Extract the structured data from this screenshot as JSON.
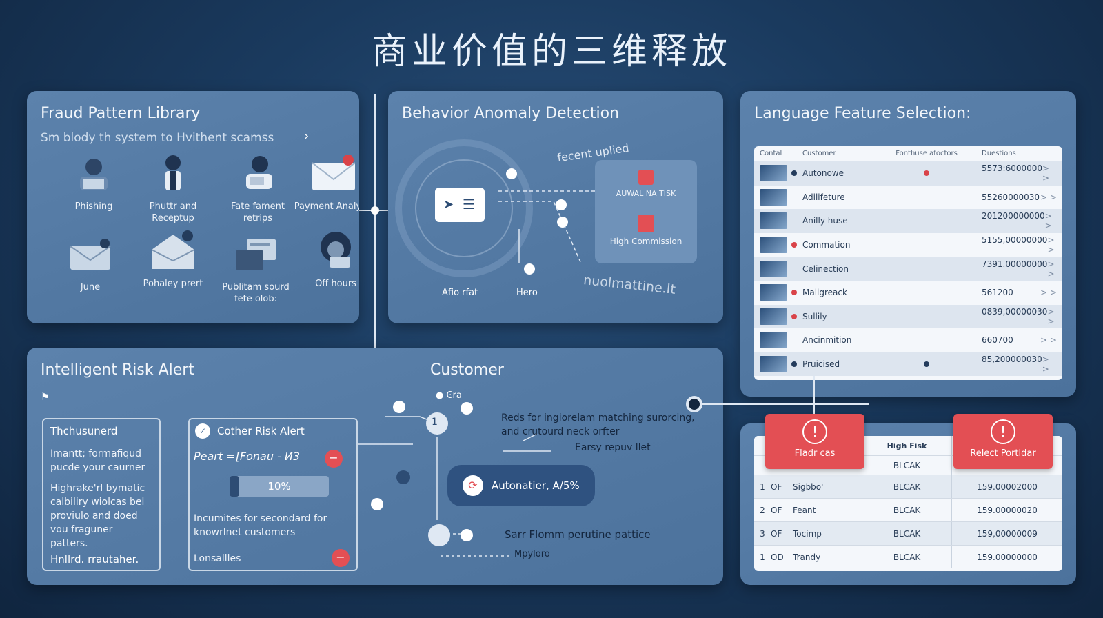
{
  "title": "商业价值的三维释放",
  "fraud": {
    "title": "Fraud Pattern Library",
    "subtitle": "Sm blody th system to Hvithent scamss",
    "items": [
      {
        "label": "Phishing",
        "icon": "hacker-icon"
      },
      {
        "label": "Phuttr and Receptup",
        "icon": "person-icon"
      },
      {
        "label": "Fate fament retrips",
        "icon": "scammer-icon"
      },
      {
        "label": "Payment Analysis",
        "icon": "envelope-alert-icon"
      },
      {
        "label": "June",
        "icon": "envelope-icon"
      },
      {
        "label": "Pohaley prert",
        "icon": "open-envelope-icon"
      },
      {
        "label": "Publitam sourd fete olob:",
        "icon": "document-stack-icon"
      },
      {
        "label": "Off hours",
        "icon": "hooded-figure-icon"
      }
    ]
  },
  "behavior": {
    "title": "Behavior Anomaly Detection",
    "labels": {
      "a": "Afio rfat",
      "b": "Hero",
      "c": "fecent uplied",
      "d": "AUWAL NA TISK",
      "e": "High Commission",
      "f": "nuolmattine.It"
    }
  },
  "language": {
    "title": "Language Feature Selection:",
    "headers": [
      "Contal",
      "Customer",
      "Fonthuse afoctors",
      "Duestions"
    ],
    "rows": [
      {
        "name": "Autonowe",
        "dot": "blue",
        "flag": "red",
        "value": "5573:6000000"
      },
      {
        "name": "Adilifeture",
        "dot": "",
        "flag": "",
        "value": "55260000030"
      },
      {
        "name": "Anilly huse",
        "dot": "",
        "flag": "",
        "value": "201200000000"
      },
      {
        "name": "Commation",
        "dot": "red",
        "flag": "",
        "value": "5155,00000000"
      },
      {
        "name": "Celinection",
        "dot": "",
        "flag": "",
        "value": "7391.00000000"
      },
      {
        "name": "Maligreack",
        "dot": "red",
        "flag": "",
        "value": "561200"
      },
      {
        "name": "Sullily",
        "dot": "red",
        "flag": "",
        "value": "0839,00000030"
      },
      {
        "name": "Ancinmition",
        "dot": "",
        "flag": "",
        "value": "660700"
      },
      {
        "name": "Pruicised",
        "dot": "blue",
        "flag": "dark",
        "value": "85,200000030"
      }
    ],
    "arrow": "> >"
  },
  "alert": {
    "title": "Intelligent Risk Alert",
    "customer_label": "Customer",
    "left_card": {
      "heading": "Thchusunerd",
      "p1": "Imantt; formafiqud pucde your caurner",
      "p2": "Highrake'rl bymatic calbiliry wiolcas bel proviulo and doed vou fraguner patters.",
      "footer": "Hnllrd. rrautaher."
    },
    "mid_card": {
      "heading": "Cother Risk Alert",
      "formula": "Peart =[Fonau - Ͷ3",
      "progress_label": "10%",
      "progress": 0.1,
      "note": "Incumites for secondard for knowrlnet customers",
      "footer": "Lonsallles"
    },
    "step_num": "1",
    "center_pill": "Autonatier, A/5%",
    "right_notes": {
      "n1": "Reds for ingiorelam matching surorcing, and crutourd neck orfter",
      "n2": "Earsy repuv llet",
      "n3": "Sarr Flomm perutine pattice",
      "n4": "Mpyloro",
      "user_tag": "Ͼra"
    }
  },
  "decision": {
    "btn_left": "Fladr cas",
    "btn_right": "Relect Portldar",
    "header_mid": "High Fisk",
    "header_sub": "BLCAK",
    "rows": [
      {
        "n": "1",
        "c": "OF",
        "name": "Sigbbo'",
        "risk": "BLCAK",
        "value": "159.00002000"
      },
      {
        "n": "2",
        "c": "OF",
        "name": "Feant",
        "risk": "BLCAK",
        "value": "159.00000020"
      },
      {
        "n": "3",
        "c": "OF",
        "name": "Tocimp",
        "risk": "BLCAK",
        "value": "159,00000009"
      },
      {
        "n": "1",
        "c": "OD",
        "name": "Trandy",
        "risk": "BLCAK",
        "value": "159.00000000"
      }
    ]
  }
}
